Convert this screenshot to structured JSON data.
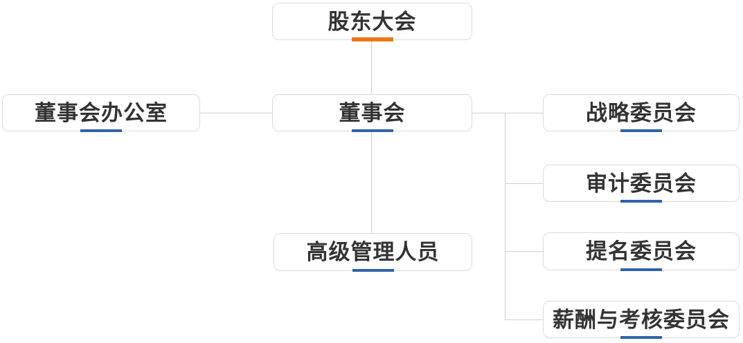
{
  "colors": {
    "accent_orange": "#EE7816",
    "accent_blue": "#2E62A9",
    "box_border": "#D9D9D9",
    "connector_line": "#CFCFCF",
    "text": "#333333"
  },
  "nodes": {
    "shareholders_meeting": {
      "label": "股东大会",
      "accent": "orange"
    },
    "board_office": {
      "label": "董事会办公室",
      "accent": "blue"
    },
    "board_of_directors": {
      "label": "董事会",
      "accent": "blue"
    },
    "senior_management": {
      "label": "高级管理人员",
      "accent": "blue"
    },
    "strategy_committee": {
      "label": "战略委员会",
      "accent": "blue"
    },
    "audit_committee": {
      "label": "审计委员会",
      "accent": "blue"
    },
    "nomination_committee": {
      "label": "提名委员会",
      "accent": "blue"
    },
    "remuneration_committee": {
      "label": "薪酬与考核委员会",
      "accent": "blue"
    }
  }
}
